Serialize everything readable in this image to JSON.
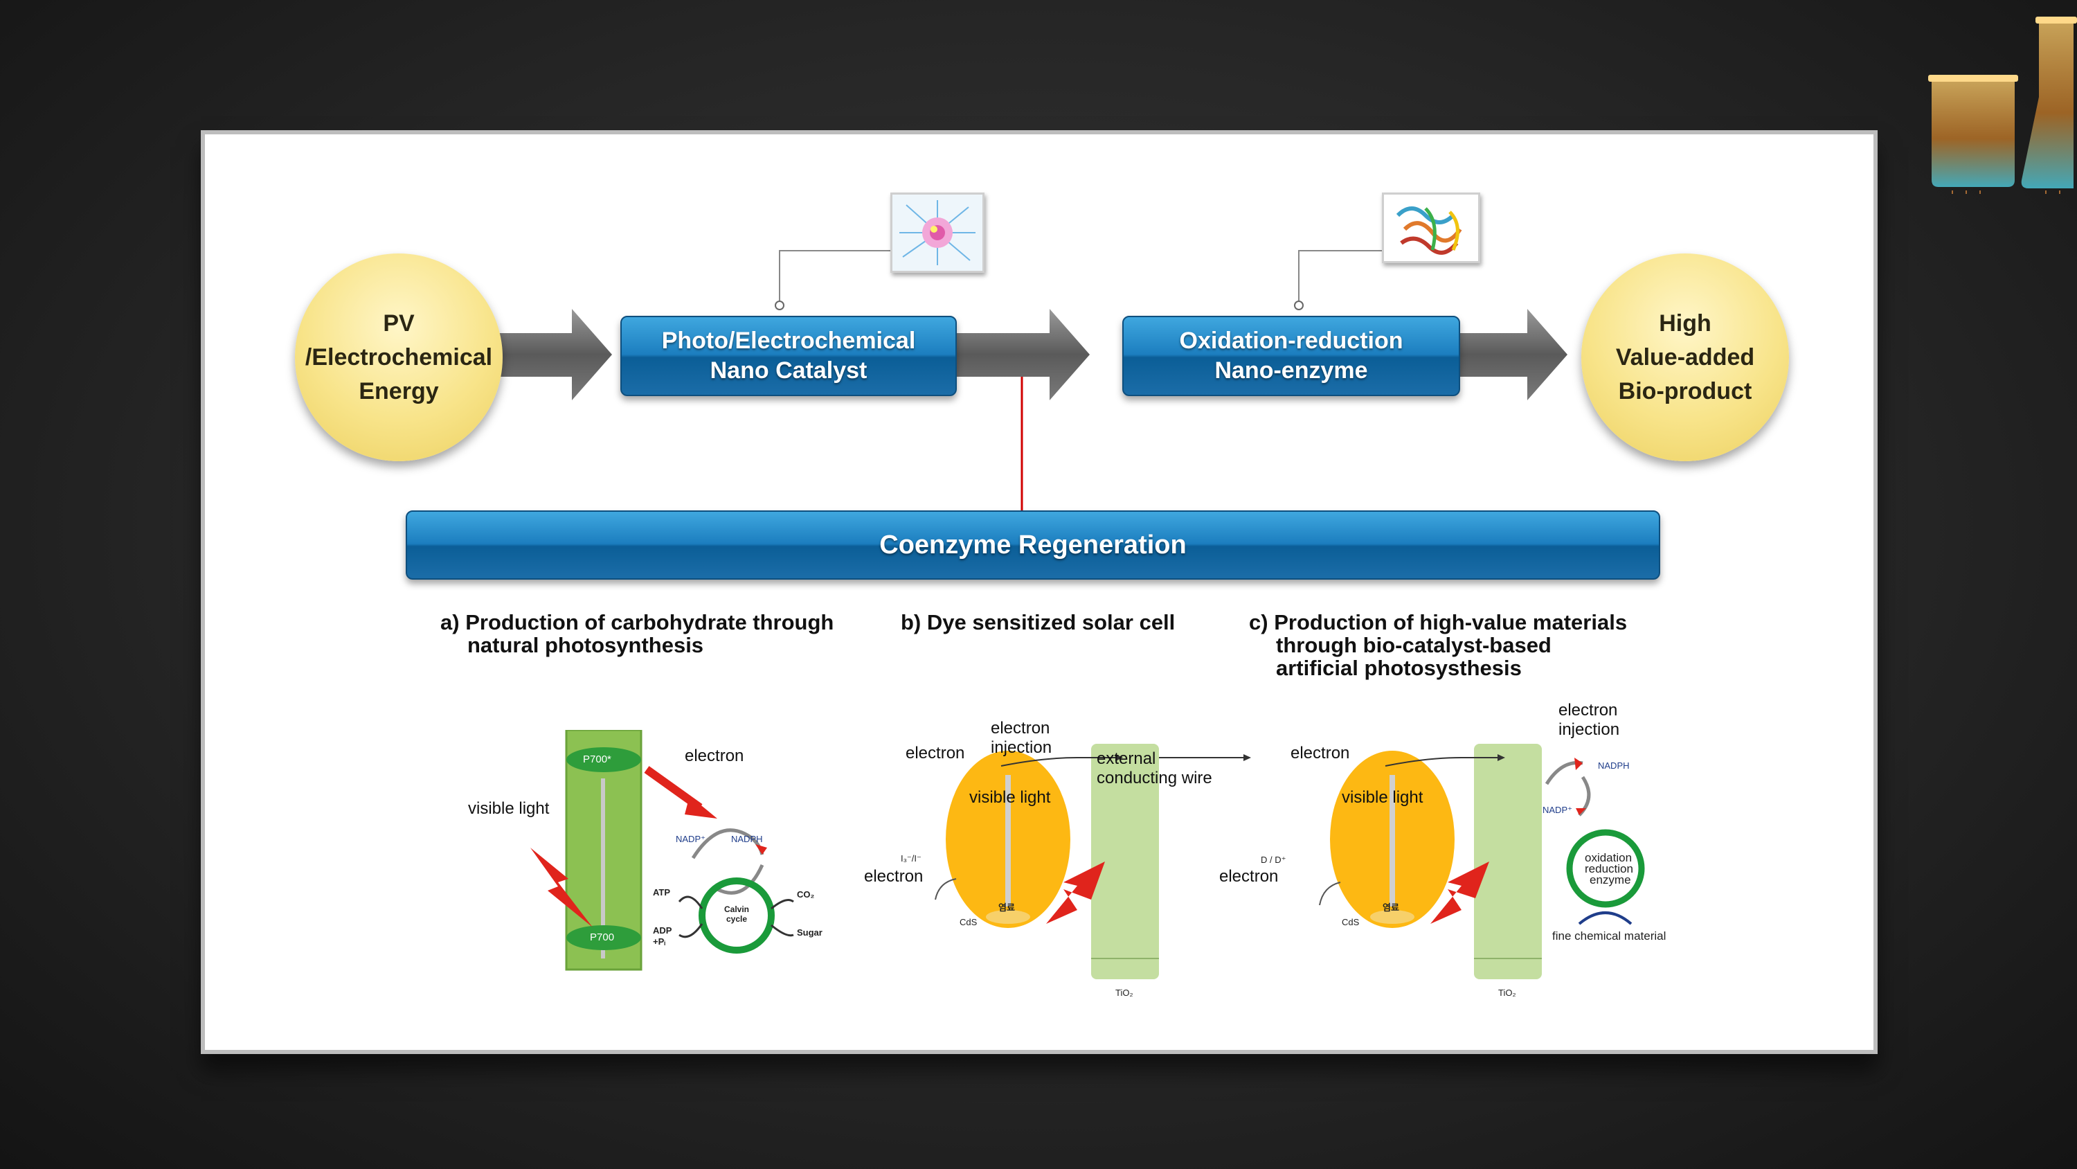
{
  "flow": {
    "source_circle": [
      "PV",
      "/Electrochemical",
      "Energy"
    ],
    "catalyst_box": [
      "Photo/Electrochemical",
      "Nano Catalyst"
    ],
    "enzyme_box": [
      "Oxidation-reduction",
      "Nano-enzyme"
    ],
    "product_circle": [
      "High",
      "Value-added",
      "Bio-product"
    ],
    "regeneration_bar": "Coenzyme Regeneration"
  },
  "panels": {
    "a": {
      "heading_letter": "a)",
      "heading": [
        "Production of carbohydrate through",
        "natural photosynthesis"
      ],
      "labels": {
        "electron": "electron",
        "visible_light": "visible light",
        "p700_star": "P700*",
        "p700": "P700",
        "nadp": "NADP⁺",
        "nadph": "NADPH",
        "atp": "ATP",
        "adp": "ADP",
        "pi": "+Pᵢ",
        "calvin": "Calvin cycle",
        "co2": "CO₂",
        "sugar": "Sugar"
      }
    },
    "b": {
      "heading_letter": "b)",
      "heading": [
        "Dye sensitized solar cell"
      ],
      "labels": {
        "electron_injection": [
          "electron",
          "injection"
        ],
        "electron_top": "electron",
        "external_wire": [
          "external",
          "conducting wire"
        ],
        "visible_light": "visible light",
        "electron_bottom": "electron",
        "redox": "I₃⁻/I⁻",
        "cds": "CdS",
        "tio2": "TiO₂",
        "dye": "염료"
      }
    },
    "c": {
      "heading_letter": "c)",
      "heading": [
        "Production of high-value materials",
        "through bio-catalyst-based",
        "artificial photosysthesis"
      ],
      "labels": {
        "electron_injection": [
          "electron",
          "injection"
        ],
        "electron_top": "electron",
        "visible_light": "visible light",
        "electron_bottom": "electron",
        "donor": "D / D⁺",
        "cds": "CdS",
        "tio2": "TiO₂",
        "dye": "염료",
        "nadph": "NADPH",
        "nadp": "NADP⁺",
        "enzyme": [
          "oxidation",
          "reduction",
          "enzyme"
        ],
        "fine_chemical": "fine chemical material"
      }
    }
  },
  "colors": {
    "circle_fill": "#f8e48a",
    "box_blue": "#1c7ebf",
    "arrow_gray": "#6e6e6e",
    "link_red": "#d10000",
    "bar_green": "#8cc152",
    "cell_green": "#c4dea0",
    "dye_yellow": "#fdb813",
    "enzyme_green": "#1a9a3a"
  }
}
